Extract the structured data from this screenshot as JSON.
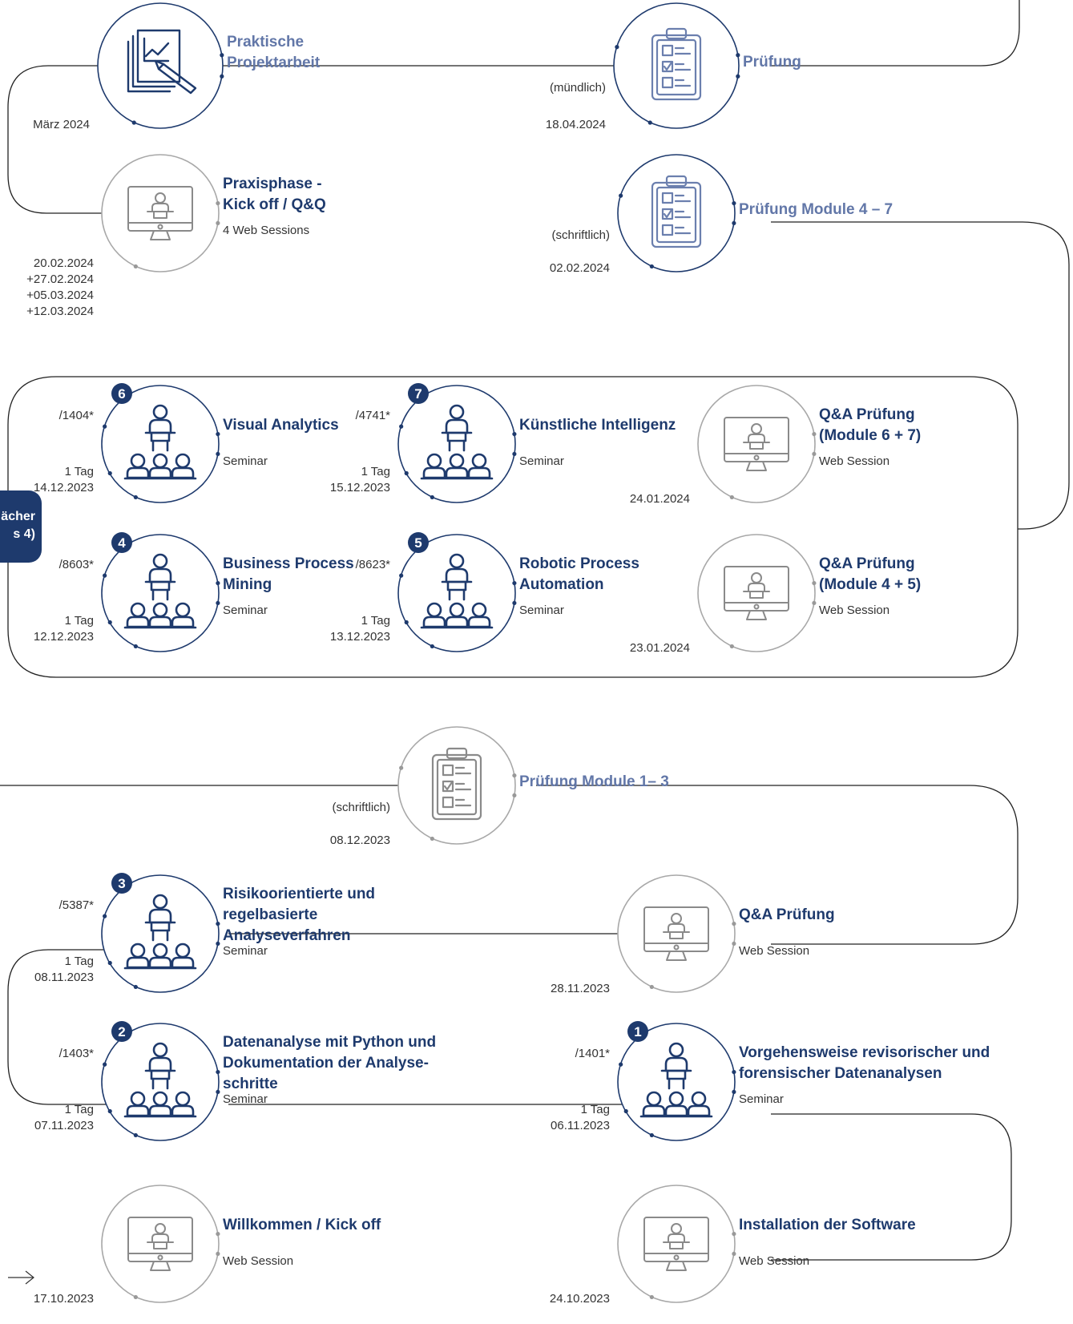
{
  "side_tab": {
    "line1": "ächer",
    "line2": "s 4)"
  },
  "nodes": [
    {
      "id": "projektarbeit",
      "title": "Praktische\nProjektarbeit",
      "title_style": "light",
      "sub": "",
      "left_top": "",
      "left_bottom": "März 2024",
      "num": "",
      "icon": "report-chart-icon",
      "ring": "dark"
    },
    {
      "id": "pruefung",
      "title": "Prüfung",
      "title_style": "light",
      "sub": "",
      "left_top": "(mündlich)",
      "left_bottom": "18.04.2024",
      "num": "",
      "icon": "clipboard-checklist-icon",
      "ring": "dark"
    },
    {
      "id": "praxisphase",
      "title": "Praxisphase -\nKick off / Q&Q",
      "title_style": "dark",
      "sub": "4 Web Sessions",
      "left_top": "",
      "left_bottom": "20.02.2024\n+27.02.2024\n+05.03.2024\n+12.03.2024",
      "num": "",
      "icon": "monitor-presenter-icon",
      "ring": "grey"
    },
    {
      "id": "pruefung-4-7",
      "title": "Prüfung Module 4 – 7",
      "title_style": "light",
      "sub": "",
      "left_top": "(schriftlich)",
      "left_bottom": "02.02.2024",
      "num": "",
      "icon": "clipboard-checklist-icon",
      "ring": "dark"
    },
    {
      "id": "visual-analytics",
      "title": "Visual Analytics",
      "title_style": "dark",
      "sub": "Seminar",
      "left_top": "/1404*",
      "left_bottom": "1 Tag\n14.12.2023",
      "num": "6",
      "icon": "seminar-icon",
      "ring": "dark"
    },
    {
      "id": "ki",
      "title": "Künstliche Intelligenz",
      "title_style": "dark",
      "sub": "Seminar",
      "left_top": "/4741*",
      "left_bottom": "1 Tag\n15.12.2023",
      "num": "7",
      "icon": "seminar-icon",
      "ring": "dark"
    },
    {
      "id": "qa-6-7",
      "title": "Q&A Prüfung\n(Module 6 + 7)",
      "title_style": "dark",
      "sub": "Web Session",
      "left_top": "",
      "left_bottom": "24.01.2024",
      "num": "",
      "icon": "monitor-presenter-icon",
      "ring": "grey"
    },
    {
      "id": "bpm",
      "title": "Business Process\nMining",
      "title_style": "dark",
      "sub": "Seminar",
      "left_top": "/8603*",
      "left_bottom": "1 Tag\n12.12.2023",
      "num": "4",
      "icon": "seminar-icon",
      "ring": "dark"
    },
    {
      "id": "rpa",
      "title": "Robotic Process\nAutomation",
      "title_style": "dark",
      "sub": "Seminar",
      "left_top": "/8623*",
      "left_bottom": "1 Tag\n13.12.2023",
      "num": "5",
      "icon": "seminar-icon",
      "ring": "dark"
    },
    {
      "id": "qa-4-5",
      "title": "Q&A Prüfung\n(Module 4 + 5)",
      "title_style": "dark",
      "sub": "Web Session",
      "left_top": "",
      "left_bottom": "23.01.2024",
      "num": "",
      "icon": "monitor-presenter-icon",
      "ring": "grey"
    },
    {
      "id": "pruefung-1-3",
      "title": "Prüfung Module 1– 3",
      "title_style": "light",
      "sub": "",
      "left_top": "(schriftlich)",
      "left_bottom": "08.12.2023",
      "num": "",
      "icon": "clipboard-checklist-icon",
      "ring": "grey"
    },
    {
      "id": "risiko",
      "title": "Risikoorientierte und\nregelbasierte\nAnalyseverfahren",
      "title_style": "dark",
      "sub": "Seminar",
      "left_top": "/5387*",
      "left_bottom": "1 Tag\n08.11.2023",
      "num": "3",
      "icon": "seminar-icon",
      "ring": "dark"
    },
    {
      "id": "qa",
      "title": "Q&A Prüfung",
      "title_style": "dark",
      "sub": "Web Session",
      "left_top": "",
      "left_bottom": "28.11.2023",
      "num": "",
      "icon": "monitor-presenter-icon",
      "ring": "grey"
    },
    {
      "id": "python",
      "title": "Datenanalyse mit Python und\nDokumentation der Analyse-\nschritte",
      "title_style": "dark",
      "sub": "Seminar",
      "left_top": "/1403*",
      "left_bottom": "1 Tag\n07.11.2023",
      "num": "2",
      "icon": "seminar-icon",
      "ring": "dark"
    },
    {
      "id": "vorgehensweise",
      "title": "Vorgehensweise revisorischer und\nforensischer Datenanalysen",
      "title_style": "dark",
      "sub": "Seminar",
      "left_top": "/1401*",
      "left_bottom": "1 Tag\n06.11.2023",
      "num": "1",
      "icon": "seminar-icon",
      "ring": "dark"
    },
    {
      "id": "willkommen",
      "title": "Willkommen / Kick off",
      "title_style": "dark",
      "sub": "Web Session",
      "left_top": "",
      "left_bottom": "17.10.2023",
      "num": "",
      "icon": "monitor-presenter-icon",
      "ring": "grey"
    },
    {
      "id": "installation",
      "title": "Installation der Software",
      "title_style": "dark",
      "sub": "Web Session",
      "left_top": "",
      "left_bottom": "24.10.2023",
      "num": "",
      "icon": "monitor-presenter-icon",
      "ring": "grey"
    }
  ],
  "colors": {
    "navy": "#1e3a6d",
    "light_title": "#6277a8",
    "grey_ring": "#a8a8a8",
    "line": "#222222",
    "icon_grey": "#8a8a8a",
    "icon_blue": "#6b7fae"
  }
}
